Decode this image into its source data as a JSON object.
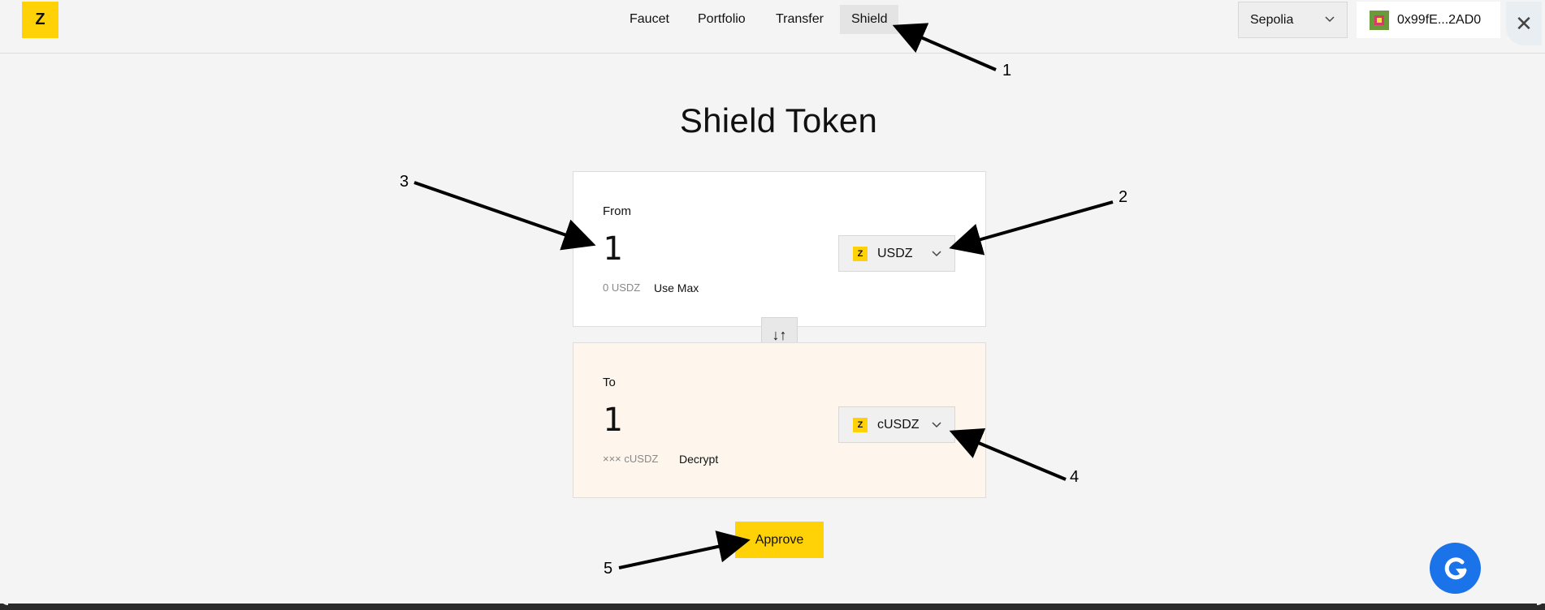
{
  "header": {
    "logo_text": "Z",
    "nav": [
      "Faucet",
      "Portfolio",
      "Transfer",
      "Shield"
    ],
    "active_nav": "Shield",
    "network": "Sepolia",
    "wallet_address": "0x99fE...2AD0",
    "close_symbol": "✕"
  },
  "page": {
    "title": "Shield Token"
  },
  "from_card": {
    "label": "From",
    "amount": "1",
    "balance": "0 USDZ",
    "action": "Use Max",
    "token": "USDZ",
    "token_icon_text": "Z"
  },
  "swap_symbol": "↓↑",
  "to_card": {
    "label": "To",
    "amount": "1",
    "balance": "××× cUSDZ",
    "action": "Decrypt",
    "token": "cUSDZ",
    "token_icon_text": "Z"
  },
  "approve_label": "Approve",
  "annotations": [
    "1",
    "2",
    "3",
    "4",
    "5"
  ],
  "colors": {
    "brand": "#ffd208",
    "background": "#f4f4f4",
    "to_card": "#fef6ec",
    "help": "#1a73e8"
  }
}
